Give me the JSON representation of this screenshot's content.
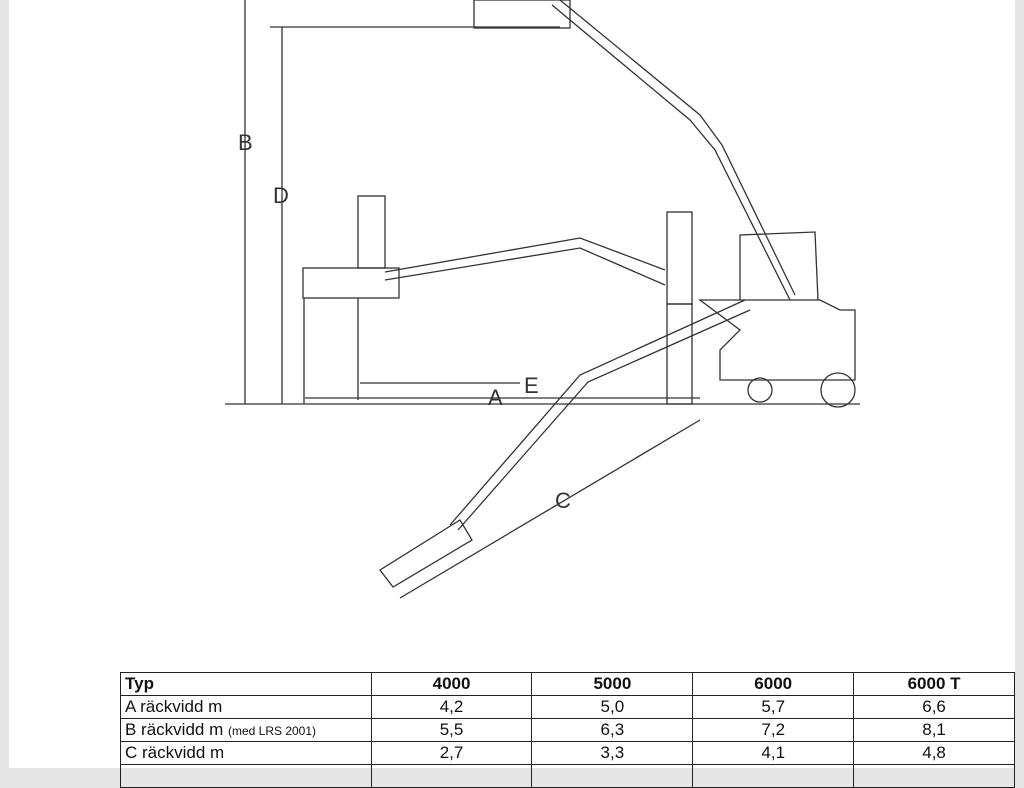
{
  "drawing": {
    "labels": {
      "a": "A",
      "b": "B",
      "c": "C",
      "d": "D",
      "e": "E"
    }
  },
  "table": {
    "headers": [
      "Typ",
      "4000",
      "5000",
      "6000",
      "6000 T"
    ],
    "rows": [
      {
        "label": "A räckvidd m",
        "note": "",
        "values": [
          "4,2",
          "5,0",
          "5,7",
          "6,6"
        ]
      },
      {
        "label": "B räckvidd m",
        "note": "(med LRS 2001)",
        "values": [
          "5,5",
          "6,3",
          "7,2",
          "8,1"
        ]
      },
      {
        "label": "C räckvidd m",
        "note": "",
        "values": [
          "2,7",
          "3,3",
          "4,1",
          "4,8"
        ]
      }
    ]
  }
}
